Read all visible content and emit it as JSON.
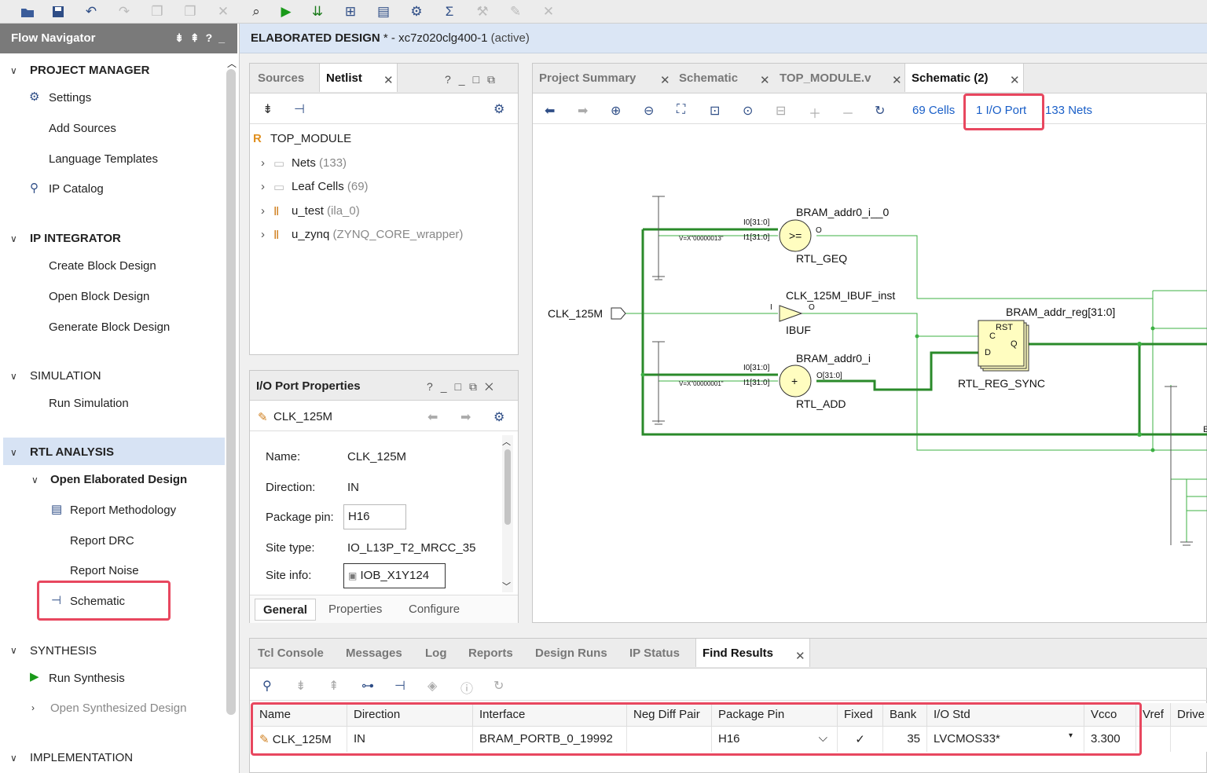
{
  "toolbar": {
    "icons": [
      "open-icon",
      "save-icon",
      "undo-icon",
      "redo-icon",
      "copy-icon",
      "paste-icon",
      "delete-icon",
      "find-icon",
      "run-icon",
      "program-icon",
      "schematic-icon",
      "report-icon",
      "settings-icon",
      "sigma-icon",
      "auto-connect-icon",
      "pencil-icon",
      "cancel-icon"
    ]
  },
  "flow_navigator": {
    "title": "Flow Navigator",
    "sections": {
      "project_manager": "PROJECT MANAGER",
      "ip_integrator": "IP INTEGRATOR",
      "simulation": "SIMULATION",
      "rtl_analysis": "RTL ANALYSIS",
      "synthesis": "SYNTHESIS",
      "implementation": "IMPLEMENTATION"
    },
    "items": {
      "settings": "Settings",
      "add_sources": "Add Sources",
      "language_templates": "Language Templates",
      "ip_catalog": "IP Catalog",
      "create_block_design": "Create Block Design",
      "open_block_design": "Open Block Design",
      "generate_block_design": "Generate Block Design",
      "run_simulation": "Run Simulation",
      "open_elaborated_design": "Open Elaborated Design",
      "report_methodology": "Report Methodology",
      "report_drc": "Report DRC",
      "report_noise": "Report Noise",
      "schematic": "Schematic",
      "run_synthesis": "Run Synthesis",
      "open_synthesized_design": "Open Synthesized Design"
    }
  },
  "header": {
    "title": "ELABORATED DESIGN",
    "part": " * - xc7z020clg400-1",
    "status": "(active)"
  },
  "sources_panel": {
    "tabs": [
      "Sources",
      "Netlist"
    ],
    "top": "TOP_MODULE",
    "top_marker": "R",
    "rows": [
      {
        "label": "Nets",
        "extra": "(133)"
      },
      {
        "label": "Leaf Cells",
        "extra": "(69)"
      },
      {
        "label": "u_test",
        "extra": "(ila_0)"
      },
      {
        "label": "u_zynq",
        "extra": "(ZYNQ_CORE_wrapper)"
      }
    ]
  },
  "io_props": {
    "title": "I/O Port Properties",
    "port": "CLK_125M",
    "fields": {
      "name_label": "Name:",
      "name": "CLK_125M",
      "direction_label": "Direction:",
      "direction": "IN",
      "package_pin_label": "Package pin:",
      "package_pin": "H16",
      "site_type_label": "Site type:",
      "site_type": "IO_L13P_T2_MRCC_35",
      "site_info_label": "Site info:",
      "site_info": "IOB_X1Y124"
    },
    "tabs": [
      "General",
      "Properties",
      "Configure"
    ]
  },
  "schematic": {
    "tabs": [
      "Project Summary",
      "Schematic",
      "TOP_MODULE.v",
      "Schematic (2)"
    ],
    "cells": "69 Cells",
    "ports": "1 I/O Port",
    "nets": "133 Nets",
    "labels": {
      "clk_port": "CLK_125M",
      "geq_top": "BRAM_addr0_i__0",
      "geq_sym": ">=",
      "geq_name": "RTL_GEQ",
      "geq_in0": "I0[31:0]",
      "geq_in1": "I1[31:0]",
      "geq_out": "O",
      "geq_const": "V=X\"00000013\"",
      "ibuf_top": "CLK_125M_IBUF_inst",
      "ibuf_in": "I",
      "ibuf_out": "O",
      "ibuf_name": "IBUF",
      "add_top": "BRAM_addr0_i",
      "add_sym": "+",
      "add_name": "RTL_ADD",
      "add_in0": "I0[31:0]",
      "add_in1": "I1[31:0]",
      "add_out": "O[31:0]",
      "add_const": "V=X\"00000001\"",
      "reg_top": "BRAM_addr_reg[31:0]",
      "reg_rst": "RST",
      "reg_c": "C",
      "reg_q": "Q",
      "reg_d": "D",
      "reg_name": "RTL_REG_SYNC",
      "edge_label": "E"
    }
  },
  "bottom": {
    "tabs": [
      "Tcl Console",
      "Messages",
      "Log",
      "Reports",
      "Design Runs",
      "IP Status",
      "Find Results"
    ],
    "columns": [
      "Name",
      "Direction",
      "Interface",
      "Neg Diff Pair",
      "Package Pin",
      "Fixed",
      "Bank",
      "I/O Std",
      "Vcco",
      "Vref",
      "Drive"
    ],
    "row": {
      "name": "CLK_125M",
      "direction": "IN",
      "interface": "BRAM_PORTB_0_19992",
      "neg_diff_pair": "",
      "package_pin": "H16",
      "fixed": "✓",
      "bank": "35",
      "io_std": "LVCMOS33*",
      "vcco": "3.300",
      "vref": "",
      "drive": ""
    }
  },
  "colors": {
    "highlight": "#e8475f",
    "link": "#1a5fc8",
    "wire": "#1a8a1a",
    "accent_nav": "#d7e3f4"
  }
}
